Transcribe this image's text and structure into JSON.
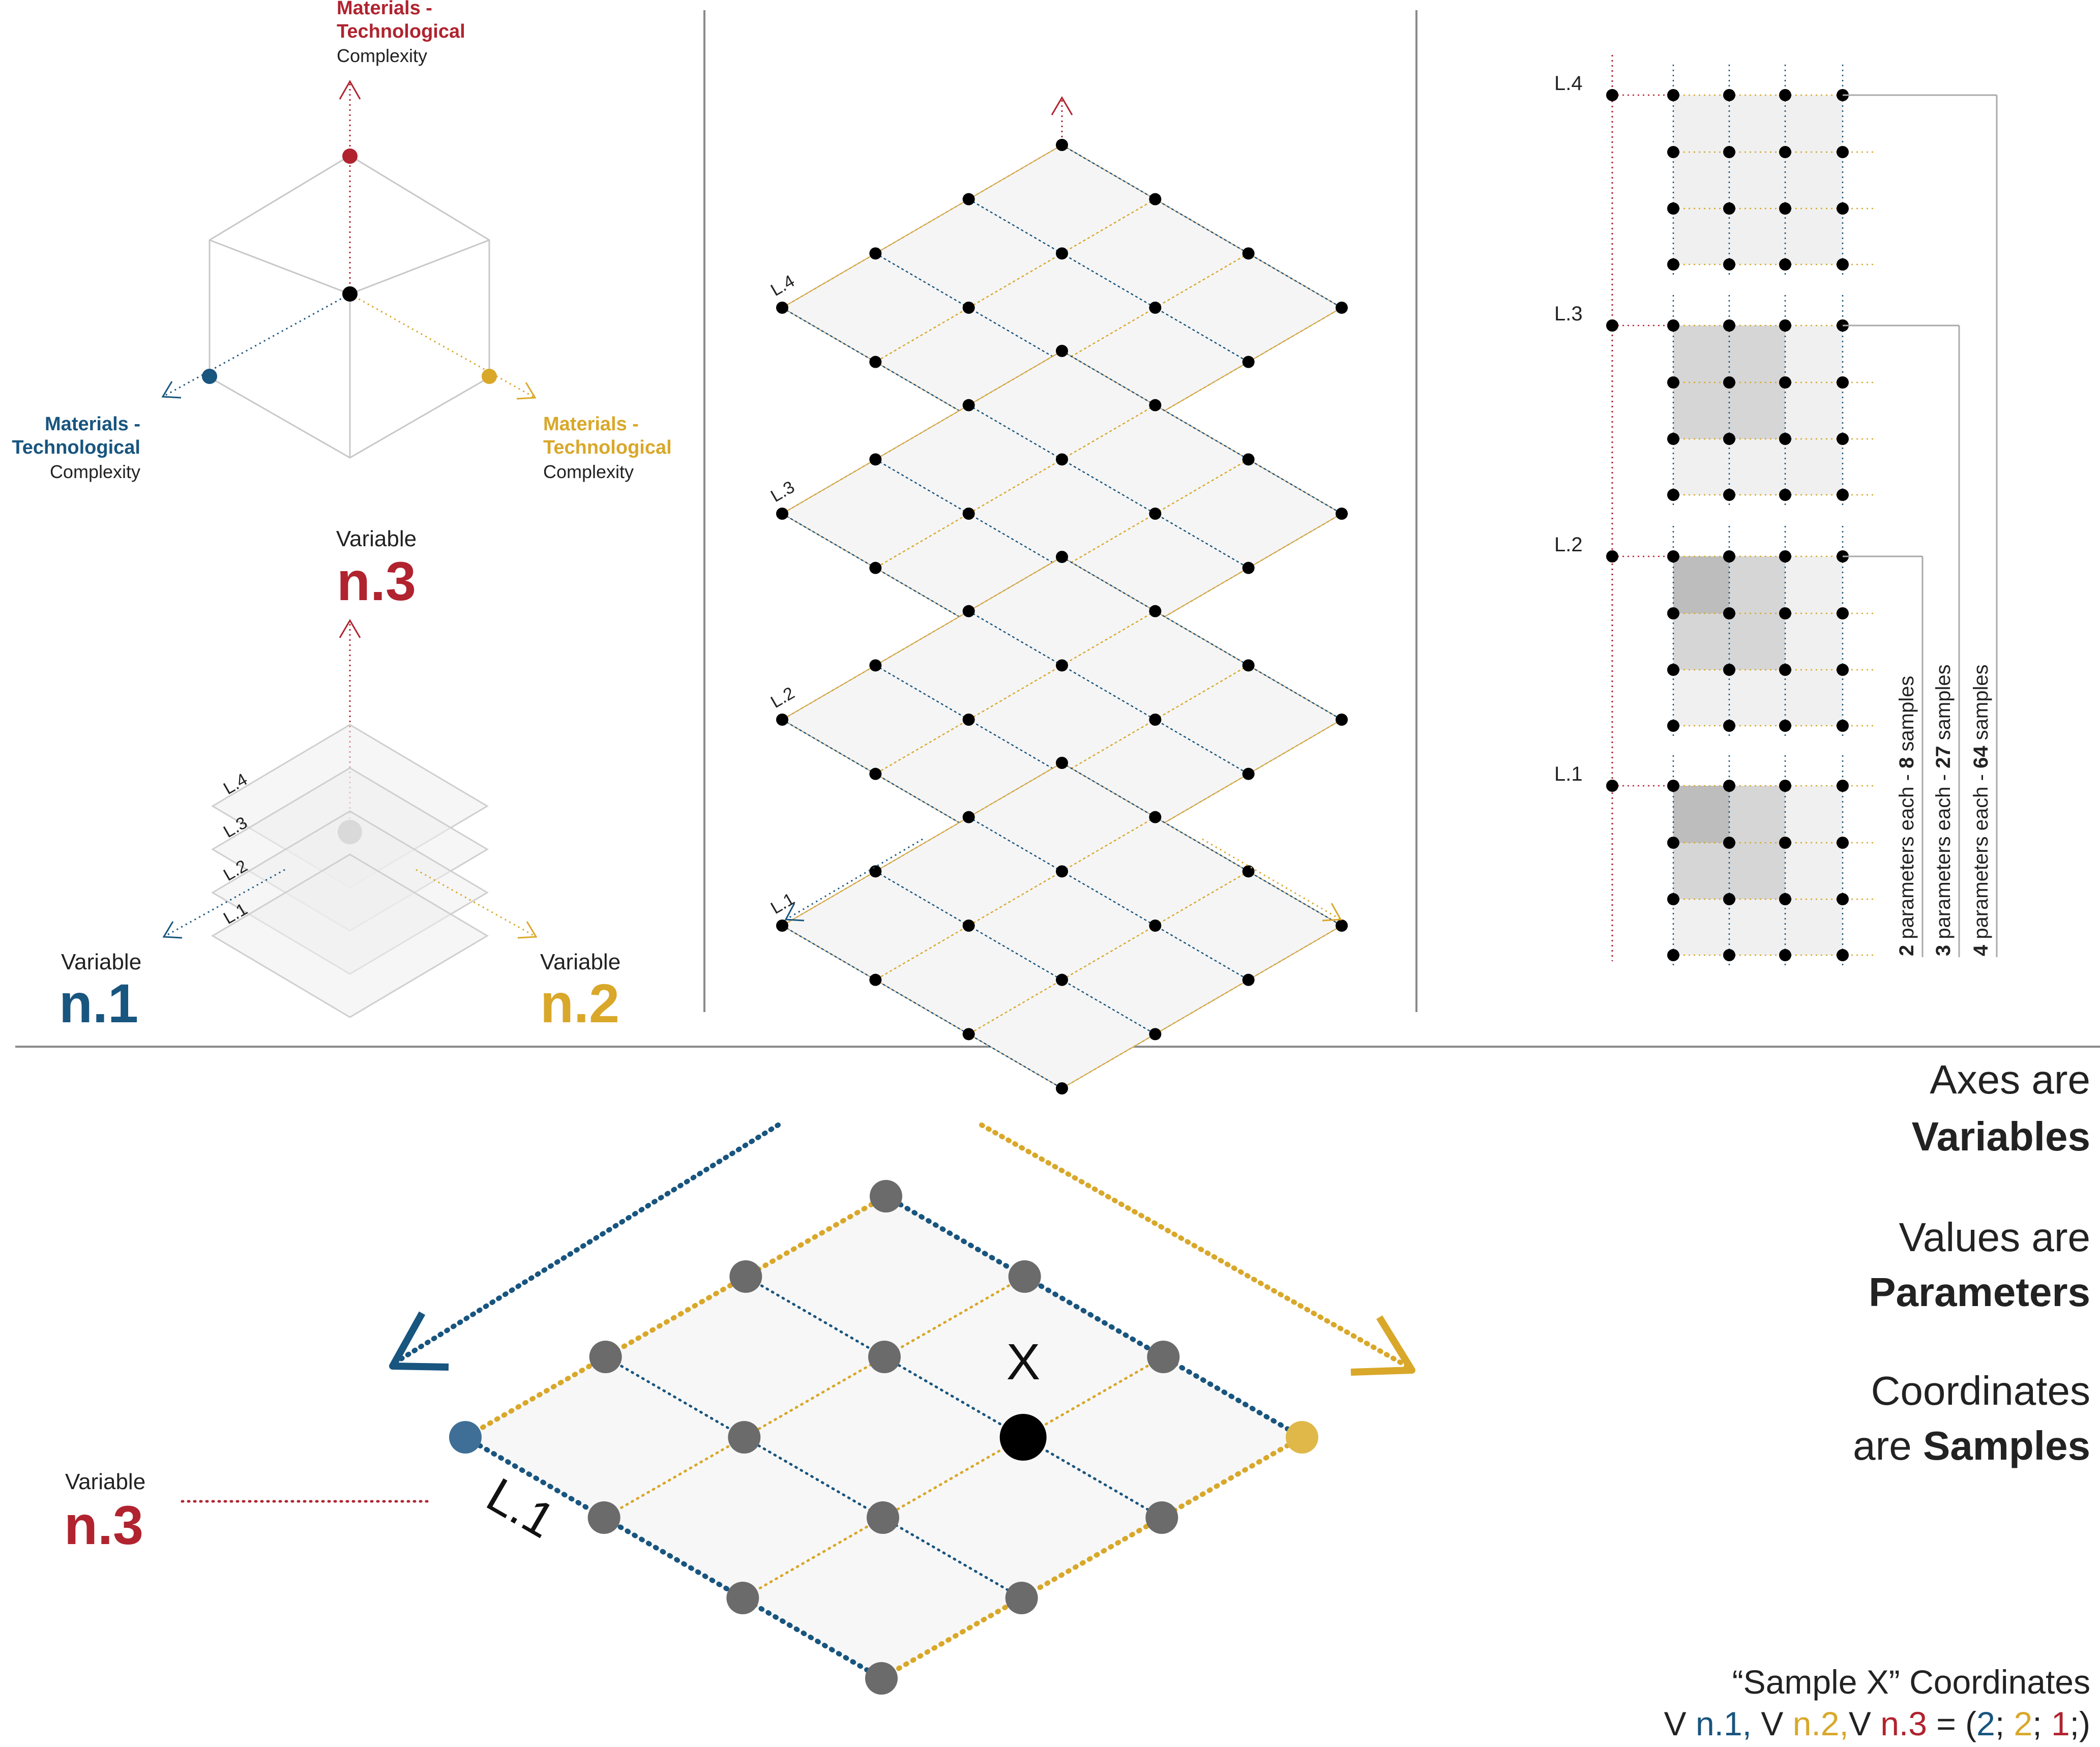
{
  "colors": {
    "red": "#b0232f",
    "blue": "#18557f",
    "yellow": "#d9a82a",
    "black": "#000000",
    "grey_node": "#6b6b6b",
    "plane_fill": "#f5f5f5",
    "divider": "#8a8a8a"
  },
  "panel_axes": {
    "top_label_line1": "Materials -",
    "top_label_line2": "Technological",
    "top_label_line3": "Complexity",
    "left_label_line1": "Materials -",
    "left_label_line2": "Technological",
    "left_label_line3": "Complexity",
    "right_label_line1": "Materials -",
    "right_label_line2": "Technological",
    "right_label_line3": "Complexity"
  },
  "panel_variables": {
    "top_caption": "Variable",
    "top_value": "n.3",
    "left_caption": "Variable",
    "left_value": "n.1",
    "right_caption": "Variable",
    "right_value": "n.2",
    "levels": [
      "L.4",
      "L.3",
      "L.2",
      "L.1"
    ]
  },
  "panel_stack": {
    "levels": [
      "L.4",
      "L.3",
      "L.2",
      "L.1"
    ]
  },
  "panel_grids": {
    "levels": [
      "L.4",
      "L.3",
      "L.2",
      "L.1"
    ],
    "bracket_labels": [
      {
        "lead": "2",
        "mid": " parameters each - ",
        "bold": "8",
        "tail": " samples"
      },
      {
        "lead": "3",
        "mid": " parameters each - ",
        "bold": "27",
        "tail": " samples"
      },
      {
        "lead": "4",
        "mid": " parameters each - ",
        "bold": "64",
        "tail": " samples"
      }
    ]
  },
  "bottom_panel": {
    "variable_caption": "Variable",
    "variable_value": "n.3",
    "level_label": "L.1",
    "sample_label": "X"
  },
  "legend": {
    "line1": "Axes are",
    "line2": "Variables",
    "line3": "Values are",
    "line4": "Parameters",
    "line5": "Coordinates",
    "line6_light": "are ",
    "line6_bold": "Samples"
  },
  "coordinates": {
    "title": "“Sample X” Coordinates",
    "v1_prefix": "V ",
    "v1": "n.1,",
    "v2_prefix": " V ",
    "v2": "n.2,",
    "v3_prefix": "V ",
    "v3": "n.3",
    "equals": " = (",
    "c1": "2",
    "sep1": "; ",
    "c2": "2",
    "sep2": "; ",
    "c3": "1",
    "close": ";)"
  }
}
